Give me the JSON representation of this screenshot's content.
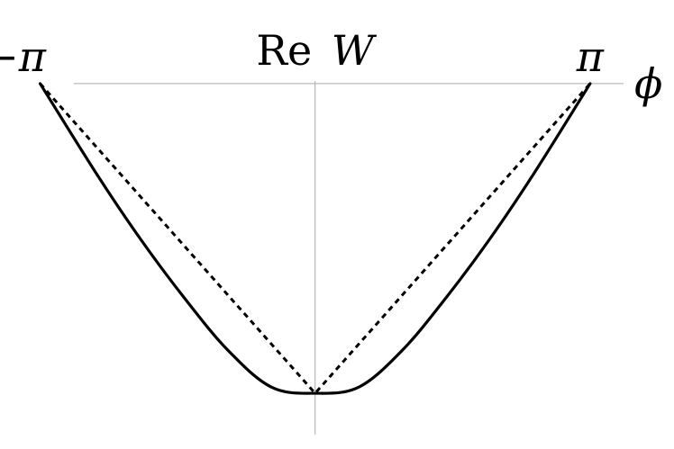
{
  "chart_data": {
    "type": "line",
    "ylabel_re": "Re",
    "ylabel_var": "W",
    "xlabel": "ϕ",
    "x_ticks": [
      {
        "value": -3.14159,
        "label": "−π"
      },
      {
        "value": 3.14159,
        "label": "π"
      }
    ],
    "xlim": [
      -3.6,
      4.1
    ],
    "ylim": [
      -1.18,
      0.27
    ],
    "series": [
      {
        "style": "solid",
        "x": [
          -3.14159,
          -2.5,
          -2.0,
          -1.5,
          -1.0,
          -0.5,
          0.0,
          0.5,
          1.0,
          1.5,
          2.0,
          2.5,
          3.14159
        ],
        "y": [
          0.0,
          -0.29,
          -0.5,
          -0.69,
          -0.86,
          -0.98,
          -1.0,
          -0.98,
          -0.86,
          -0.69,
          -0.5,
          -0.29,
          0.0
        ]
      },
      {
        "style": "dashed",
        "x": [
          -3.14159,
          0.0,
          3.14159
        ],
        "y": [
          0.0,
          -1.0,
          0.0
        ]
      }
    ]
  }
}
